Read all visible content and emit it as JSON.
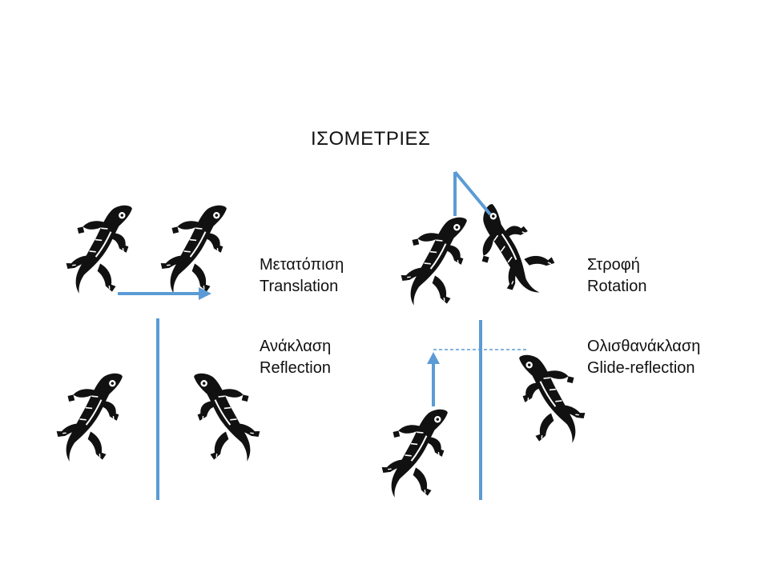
{
  "title": "ΙΣΟΜΕΤΡΙΕΣ",
  "panels": {
    "translation": {
      "label_el": "Μετατόπιση",
      "label_en": "Translation"
    },
    "rotation": {
      "label_el": "Στροφή",
      "label_en": "Rotation"
    },
    "reflection": {
      "label_el": "Ανάκλαση",
      "label_en": "Reflection"
    },
    "glide_reflection": {
      "label_el": "Ολισθανάκλαση",
      "label_en": "Glide-reflection"
    }
  },
  "colors": {
    "arrow": "#5b9bd5",
    "figure": "#111111",
    "background": "#ffffff"
  },
  "icons": [
    "lizard-icon"
  ]
}
